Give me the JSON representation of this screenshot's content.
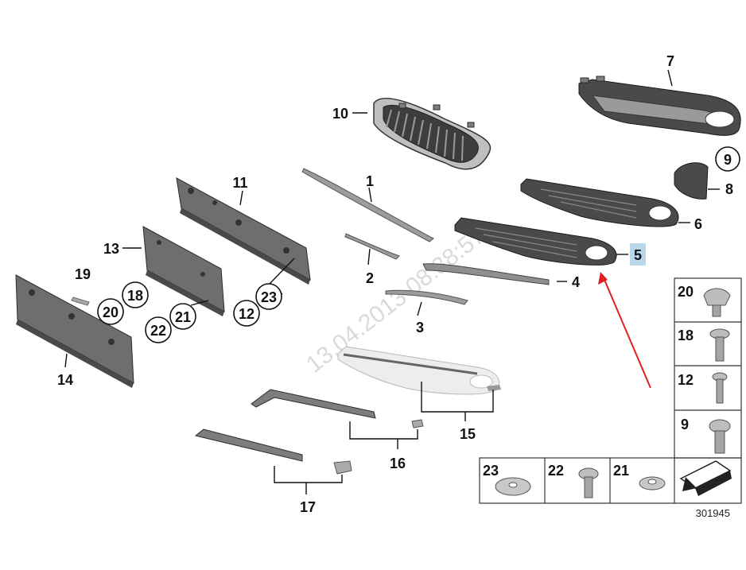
{
  "watermark": "13.04.2013 08:38:57",
  "diagram_number": "301945",
  "highlighted_callout": "5",
  "callouts": {
    "c1": "1",
    "c2": "2",
    "c3": "3",
    "c4": "4",
    "c5": "5",
    "c6": "6",
    "c7": "7",
    "c8": "8",
    "c9": "9",
    "c10": "10",
    "c11": "11",
    "c12": "12",
    "c13": "13",
    "c14": "14",
    "c15": "15",
    "c16": "16",
    "c17": "17",
    "c18": "18",
    "c19": "19",
    "c20": "20",
    "c21": "21",
    "c22": "22",
    "c23": "23"
  },
  "legend_side": [
    "20",
    "18",
    "12",
    "9"
  ],
  "legend_bottom": [
    "23",
    "22",
    "21"
  ],
  "colors": {
    "part": "#7d7d7d",
    "part_dark": "#4a4a4a",
    "arrow": "#e02020",
    "highlight": "#b9d7ea"
  },
  "icons": [
    "clip-icon",
    "screw-icon",
    "washer-icon",
    "nut-icon",
    "arrow-icon"
  ]
}
